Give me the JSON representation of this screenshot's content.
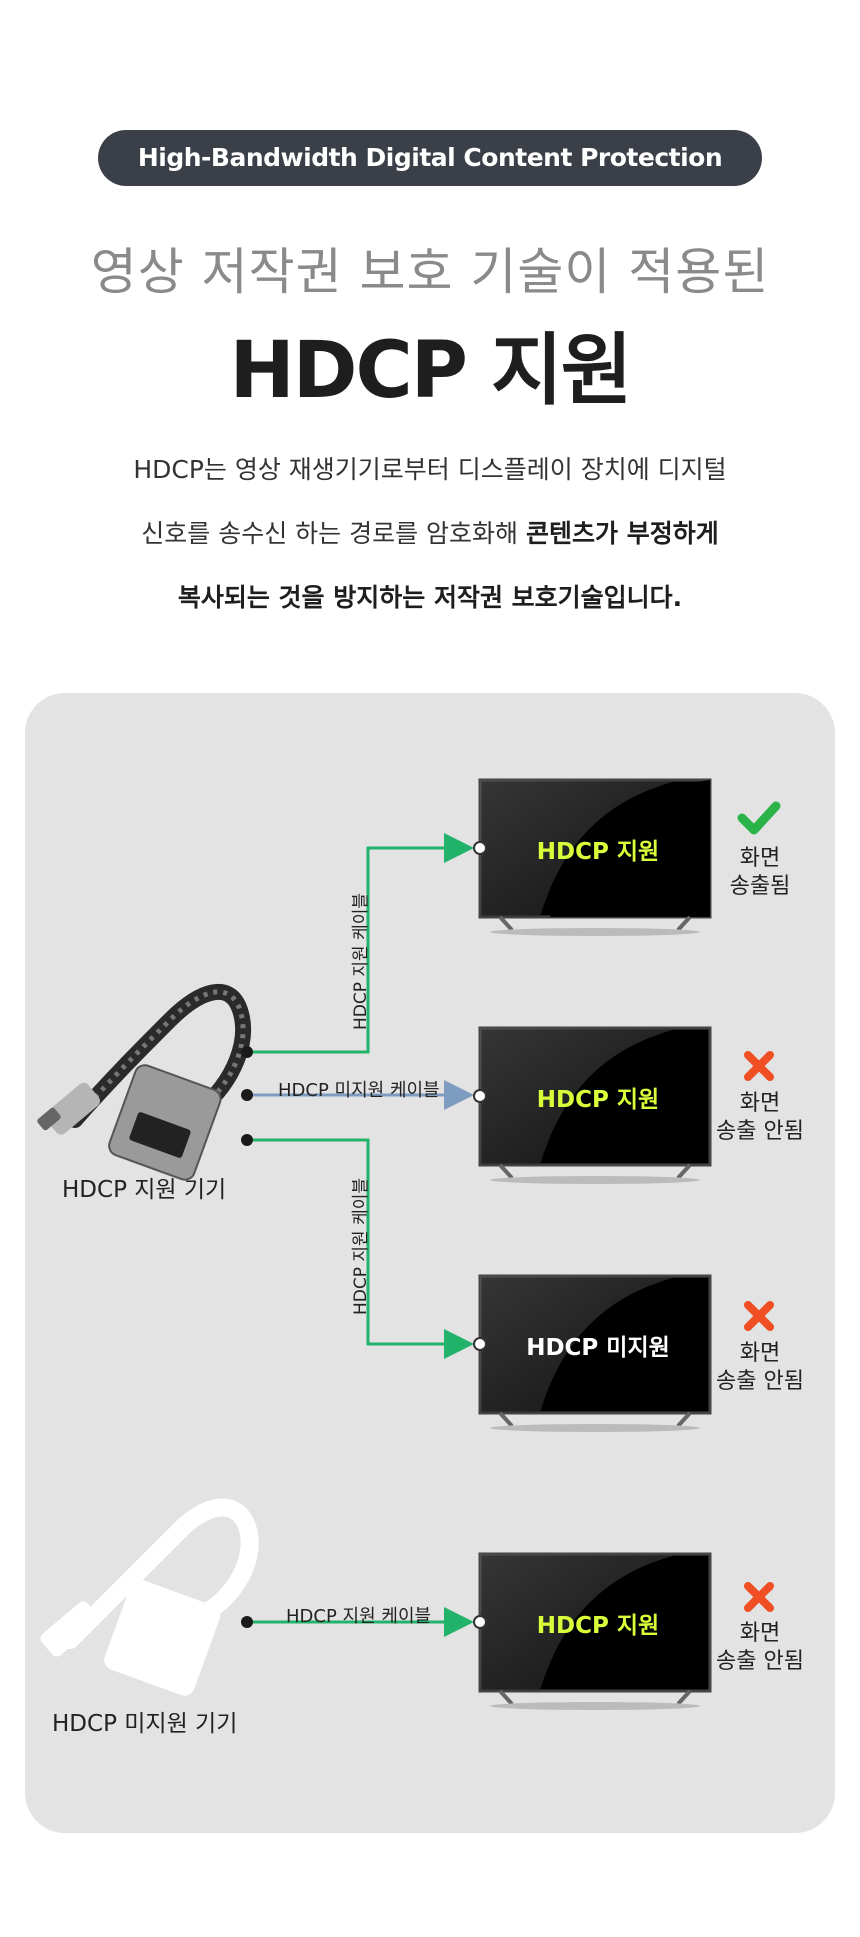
{
  "header": {
    "pill": "High-Bandwidth Digital Content Protection",
    "subtitle": "영상 저작권 보호 기술이 적용된",
    "title": "HDCP 지원"
  },
  "description": {
    "line1": "HDCP는 영상 재생기기로부터 디스플레이 장치에 디지털",
    "line2_plain": "신호를  송수신 하는 경로를 암호화해 ",
    "line2_bold": "콘텐츠가 부정하게",
    "line3_bold": "복사되는 것을 방지하는 저작권 보호기술입니다."
  },
  "devices": {
    "supported": "HDCP 지원 기기",
    "unsupported": "HDCP 미지원 기기"
  },
  "cables": {
    "c1": "HDCP 지원 케이블",
    "c2": "HDCP 미지원 케이블",
    "c3": "HDCP 지원 케이블",
    "c4": "HDCP 지원 케이블"
  },
  "tvs": [
    {
      "label": "HDCP 지원",
      "status_l1": "화면",
      "status_l2": "송출됨",
      "ok": true
    },
    {
      "label": "HDCP 지원",
      "status_l1": "화면",
      "status_l2": "송출 안됨",
      "ok": false
    },
    {
      "label": "HDCP 미지원",
      "status_l1": "화면",
      "status_l2": "송출 안됨",
      "ok": false
    },
    {
      "label": "HDCP 지원",
      "status_l1": "화면",
      "status_l2": "송출 안됨",
      "ok": false
    }
  ],
  "colors": {
    "green_line": "#22b36a",
    "blue_line": "#7d9cc0",
    "check": "#2bb34a",
    "cross": "#f04e23",
    "tv_label_supported": "#d9ff3a",
    "tv_label_unsupported": "#ffffff"
  }
}
